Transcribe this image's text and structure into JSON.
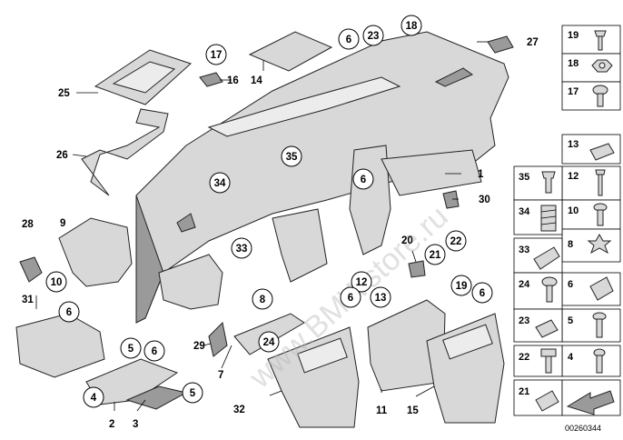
{
  "watermark": "www.BMWstore.ru",
  "diagram_code": "00260344",
  "callouts": {
    "c1": "1",
    "c2": "2",
    "c3": "3",
    "c4": "4",
    "c5a": "5",
    "c5b": "5",
    "c6a": "6",
    "c6b": "6",
    "c6c": "6",
    "c6d": "6",
    "c6e": "6",
    "c6f": "6",
    "c7": "7",
    "c8": "8",
    "c9": "9",
    "c10": "10",
    "c11": "11",
    "c12": "12",
    "c13": "13",
    "c14": "14",
    "c15": "15",
    "c16": "16",
    "c17": "17",
    "c18": "18",
    "c19": "19",
    "c20": "20",
    "c21": "21",
    "c22": "22",
    "c23": "23",
    "c24": "24",
    "c25": "25",
    "c26": "26",
    "c27": "27",
    "c28": "28",
    "c29": "29",
    "c30": "30",
    "c31": "31",
    "c32": "32",
    "c33": "33",
    "c34": "34",
    "c35": "35"
  },
  "legend": {
    "r19": "19",
    "r18": "18",
    "r17": "17",
    "r13": "13",
    "l35": "35",
    "r12": "12",
    "l34": "34",
    "r10": "10",
    "l33": "33",
    "r8": "8",
    "l24": "24",
    "r6": "6",
    "l23": "23",
    "r5": "5",
    "l22": "22",
    "r4": "4",
    "l21": "21"
  }
}
